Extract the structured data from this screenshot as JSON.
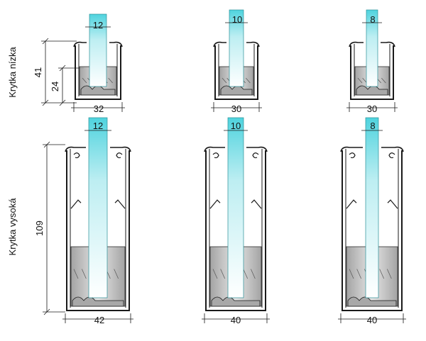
{
  "rows": [
    {
      "label": "Krytka nízka",
      "height_dims": [
        "41",
        "24"
      ],
      "profiles": [
        {
          "glass": "12",
          "width": "32"
        },
        {
          "glass": "10",
          "width": "30"
        },
        {
          "glass": "8",
          "width": "30"
        }
      ]
    },
    {
      "label": "Krytka vysoká",
      "height_dims": [
        "109"
      ],
      "profiles": [
        {
          "glass": "12",
          "width": "42"
        },
        {
          "glass": "10",
          "width": "40"
        },
        {
          "glass": "8",
          "width": "40"
        }
      ]
    }
  ],
  "colors": {
    "glass_top": "#4fd3de",
    "glass_bottom": "#ffffff",
    "metal": "#c8c8c8",
    "outline": "#1a1a1a"
  }
}
